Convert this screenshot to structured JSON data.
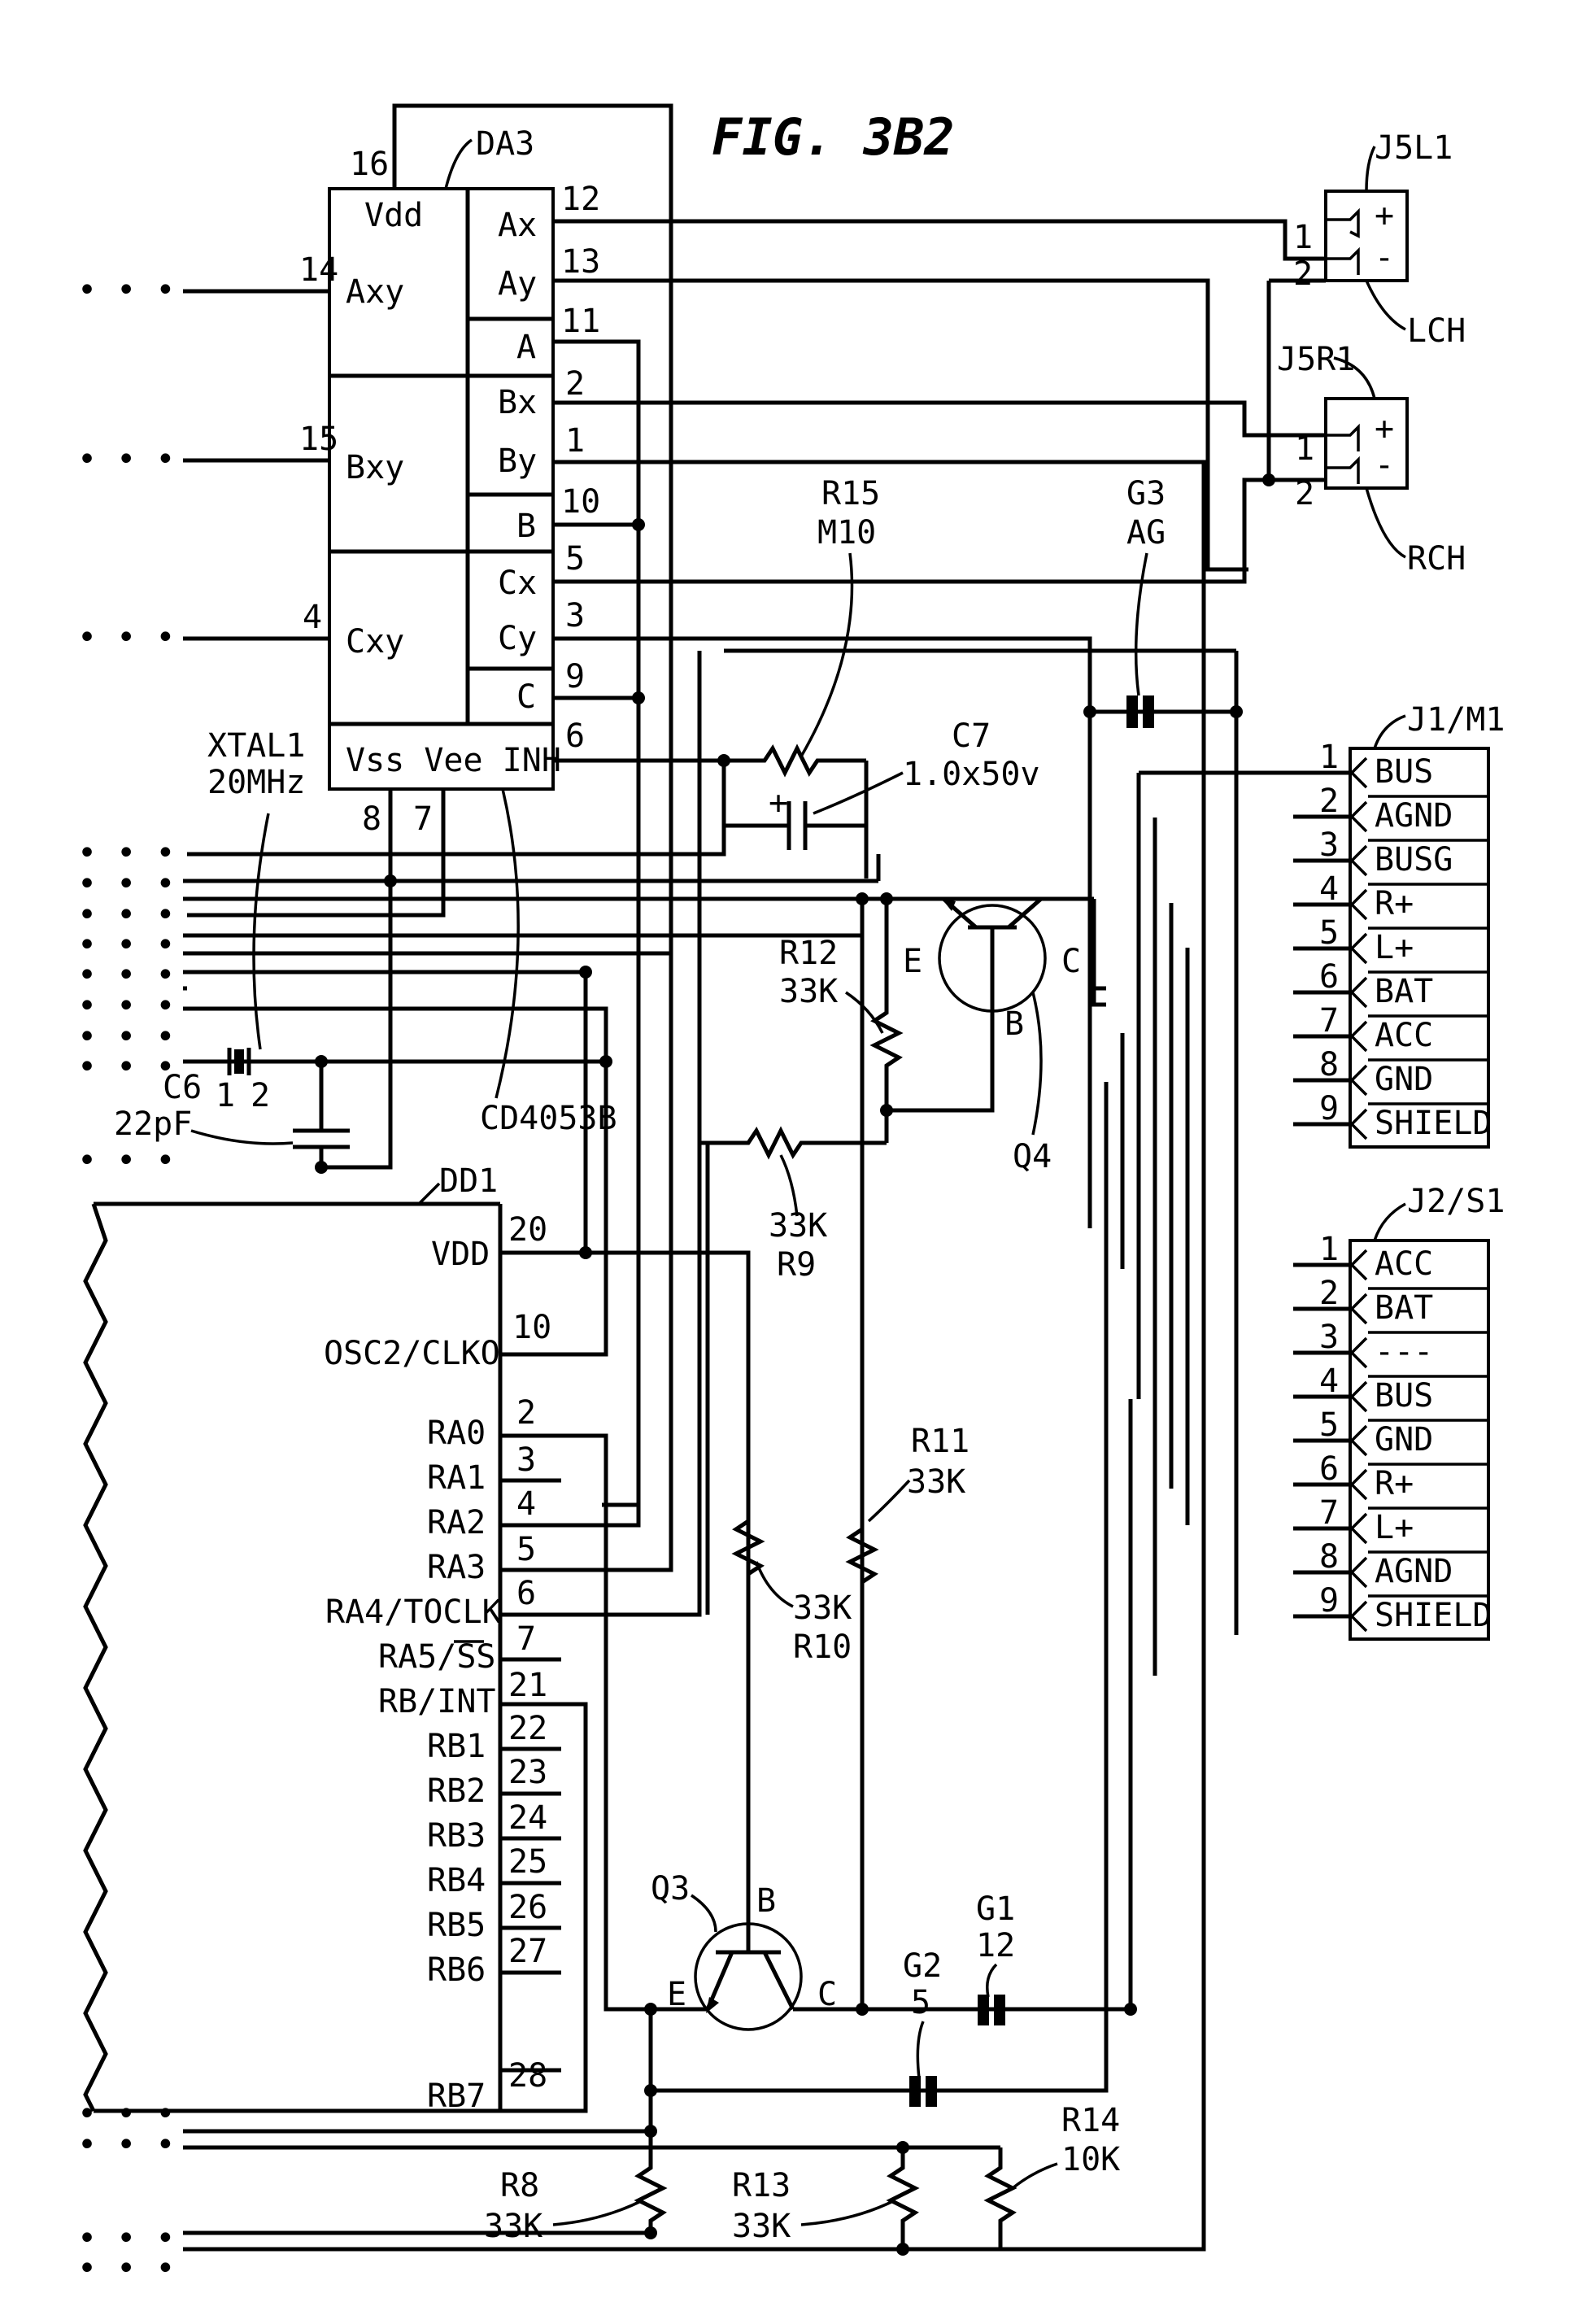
{
  "figure_title": "FIG. 3B2",
  "da3": {
    "ref": "DA3",
    "part": "CD4053B",
    "vdd_pin": "16",
    "left_pins": [
      {
        "label": "Axy",
        "pin": "14"
      },
      {
        "label": "Bxy",
        "pin": "15"
      },
      {
        "label": "Cxy",
        "pin": "4"
      }
    ],
    "right_pins": [
      {
        "label": "Ax",
        "pin": "12"
      },
      {
        "label": "Ay",
        "pin": "13"
      },
      {
        "label": "A",
        "pin": "11"
      },
      {
        "label": "Bx",
        "pin": "2"
      },
      {
        "label": "By",
        "pin": "1"
      },
      {
        "label": "B",
        "pin": "10"
      },
      {
        "label": "Cx",
        "pin": "5"
      },
      {
        "label": "Cy",
        "pin": "3"
      },
      {
        "label": "C",
        "pin": "9"
      }
    ],
    "vdd_label": "Vdd",
    "bottom_label": "Vss Vee INH",
    "inh_pin": "6",
    "vss_pin": "8",
    "vee_pin": "7"
  },
  "dd1": {
    "ref": "DD1",
    "pins": [
      {
        "label": "VDD",
        "pin": "20"
      },
      {
        "label": "OSC2/CLKO",
        "pin": "10"
      },
      {
        "label": "RA0",
        "pin": "2"
      },
      {
        "label": "RA1",
        "pin": "3"
      },
      {
        "label": "RA2",
        "pin": "4"
      },
      {
        "label": "RA3",
        "pin": "5"
      },
      {
        "label": "RA4/TOCLK",
        "pin": "6"
      },
      {
        "label": "RA5/SS",
        "pin": "7"
      },
      {
        "label": "RB/INT",
        "pin": "21"
      },
      {
        "label": "RB1",
        "pin": "22"
      },
      {
        "label": "RB2",
        "pin": "23"
      },
      {
        "label": "RB3",
        "pin": "24"
      },
      {
        "label": "RB4",
        "pin": "25"
      },
      {
        "label": "RB5",
        "pin": "26"
      },
      {
        "label": "RB6",
        "pin": "27"
      },
      {
        "label": "RB7",
        "pin": "28"
      }
    ]
  },
  "xtal": {
    "ref": "XTAL1",
    "value": "20MHz",
    "pin1": "1",
    "pin2": "2"
  },
  "c6": {
    "ref": "C6",
    "value": "22pF"
  },
  "c7": {
    "ref": "C7",
    "value": "1.0x50v",
    "polarity": "+"
  },
  "r15": {
    "ref": "R15",
    "value": "M10"
  },
  "r12": {
    "ref": "R12",
    "value": "33K"
  },
  "r9": {
    "ref": "R9",
    "value": "33K"
  },
  "r11": {
    "ref": "R11",
    "value": "33K"
  },
  "r10": {
    "ref": "R10",
    "value": "33K"
  },
  "r8": {
    "ref": "R8",
    "value": "33K"
  },
  "r13": {
    "ref": "R13",
    "value": "33K"
  },
  "r14": {
    "ref": "R14",
    "value": "10K"
  },
  "g3": {
    "ref": "G3",
    "value": "AG"
  },
  "g1": {
    "ref": "G1",
    "value": "12"
  },
  "g2": {
    "ref": "G2",
    "value": "5"
  },
  "q4": {
    "ref": "Q4",
    "e": "E",
    "b": "B",
    "c": "C"
  },
  "q3": {
    "ref": "Q3",
    "e": "E",
    "b": "B",
    "c": "C"
  },
  "j5l1": {
    "ref": "J5L1",
    "name": "LCH",
    "pins": [
      "1",
      "2"
    ],
    "signs": [
      "+",
      "-"
    ]
  },
  "j5r1": {
    "ref": "J5R1",
    "name": "RCH",
    "pins": [
      "1",
      "2"
    ],
    "signs": [
      "+",
      "-"
    ]
  },
  "j1": {
    "ref": "J1/M1",
    "pins": [
      {
        "n": "1",
        "label": "BUS"
      },
      {
        "n": "2",
        "label": "AGND"
      },
      {
        "n": "3",
        "label": "BUSG"
      },
      {
        "n": "4",
        "label": "R+"
      },
      {
        "n": "5",
        "label": "L+"
      },
      {
        "n": "6",
        "label": "BAT"
      },
      {
        "n": "7",
        "label": "ACC"
      },
      {
        "n": "8",
        "label": "GND"
      },
      {
        "n": "9",
        "label": "SHIELD"
      }
    ]
  },
  "j2": {
    "ref": "J2/S1",
    "pins": [
      {
        "n": "1",
        "label": "ACC"
      },
      {
        "n": "2",
        "label": "BAT"
      },
      {
        "n": "3",
        "label": "---"
      },
      {
        "n": "4",
        "label": "BUS"
      },
      {
        "n": "5",
        "label": "GND"
      },
      {
        "n": "6",
        "label": "R+"
      },
      {
        "n": "7",
        "label": "L+"
      },
      {
        "n": "8",
        "label": "AGND"
      },
      {
        "n": "9",
        "label": "SHIELD"
      }
    ]
  },
  "ellipsis": "• • •"
}
